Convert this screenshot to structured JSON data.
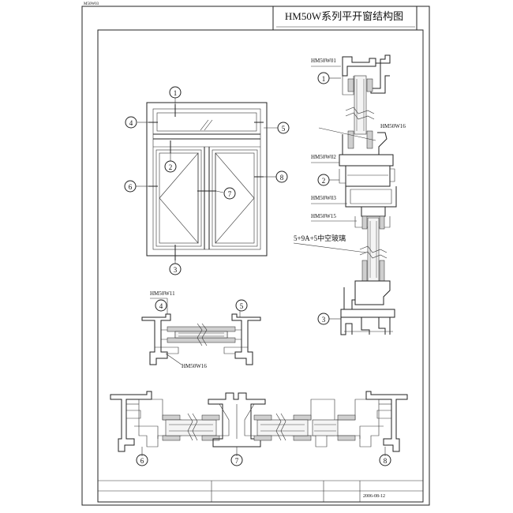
{
  "sheet": {
    "corner_mark": "M50W03",
    "title": "HM50W系列平开窗结构图",
    "date": "2006-08-12"
  },
  "elevation": {
    "callouts": [
      "1",
      "2",
      "3",
      "4",
      "5",
      "6",
      "7",
      "8"
    ]
  },
  "section_1_3": {
    "profile_labels": {
      "w01": "HM50W01",
      "w16": "HM50W16",
      "w02": "HM50W02",
      "w03": "HM50W03",
      "w15": "HM50W15"
    },
    "glass_spec": "5+9A+5中空玻璃",
    "callouts": [
      "1",
      "2",
      "3"
    ]
  },
  "section_4_5": {
    "profile_labels": {
      "w11": "HM50W11",
      "w16": "HM50W16"
    },
    "callouts": [
      "4",
      "5"
    ]
  },
  "section_6_8": {
    "callouts": [
      "6",
      "7",
      "8"
    ]
  }
}
